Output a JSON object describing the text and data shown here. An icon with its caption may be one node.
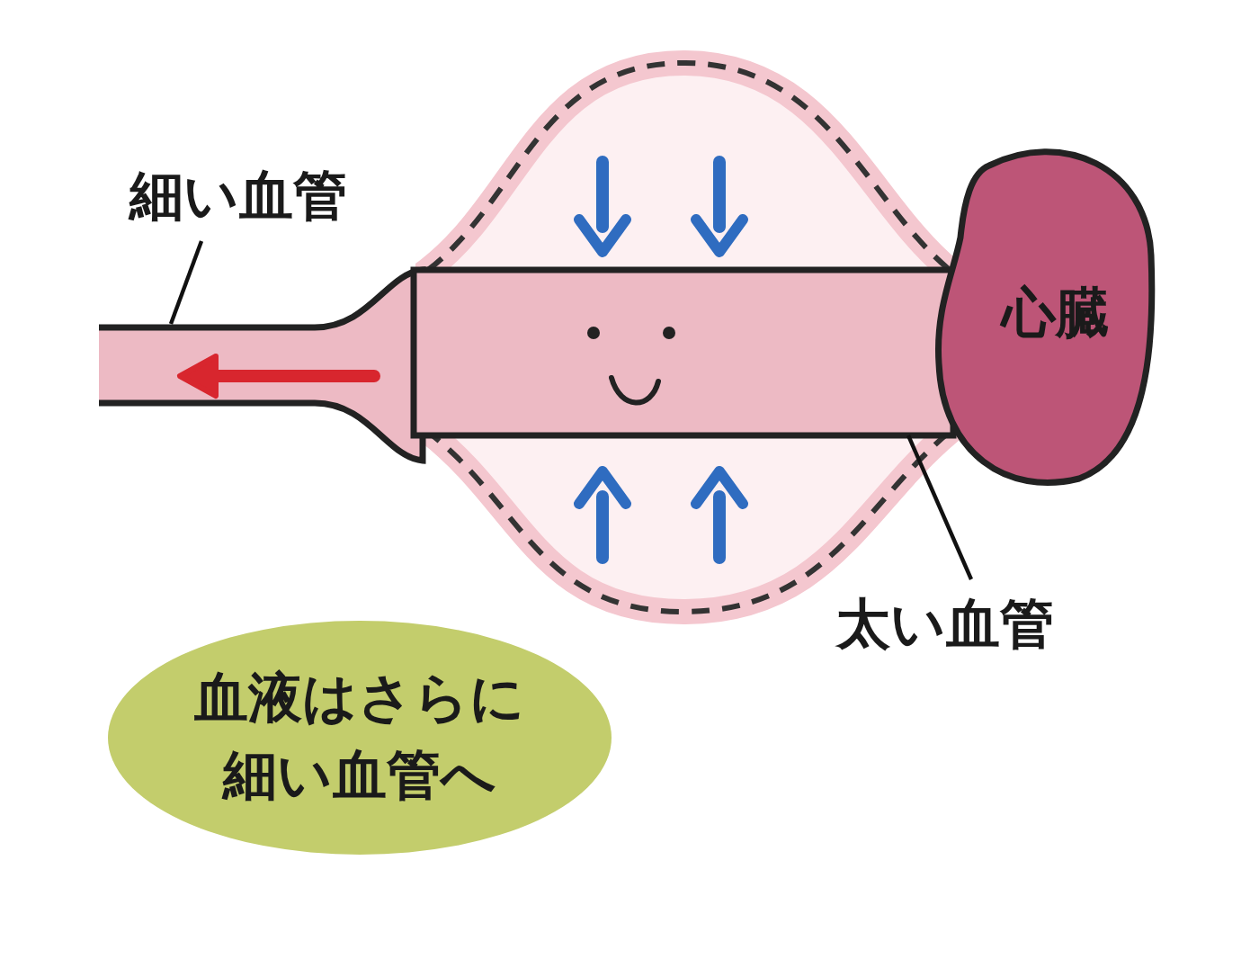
{
  "diagram": {
    "nodes": [
      {
        "text": [
          "細い血管"
        ]
      },
      {
        "text": [],
        "shape": "bar"
      },
      {
        "text": [],
        "shape": "bar"
      },
      {
        "text": [
          "心臓"
        ]
      },
      {
        "text": [
          "太い血管"
        ]
      },
      {
        "text": [
          "血液はさらに細い血管へ"
        ]
      }
    ],
    "edges": [
      {
        "from": 0,
        "to": 1,
        "arrow": "none"
      },
      {
        "from": 4,
        "to": 2,
        "arrow": "none"
      }
    ]
  }
}
